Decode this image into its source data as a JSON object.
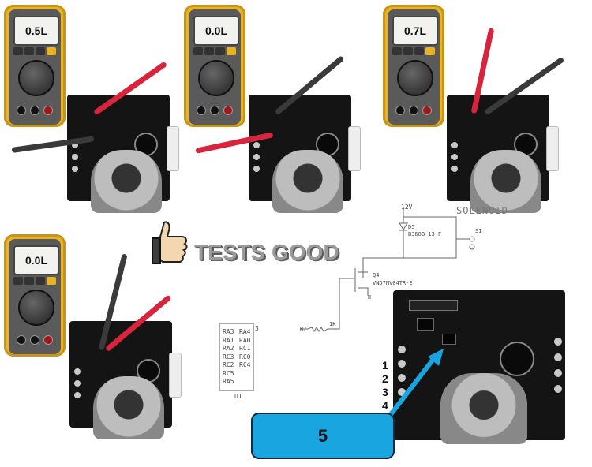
{
  "meters": [
    {
      "reading": "0.5L"
    },
    {
      "reading": "0.0L"
    },
    {
      "reading": "0.7L"
    },
    {
      "reading": "0.0L"
    }
  ],
  "banner": {
    "text": "TESTS GOOD"
  },
  "schematic": {
    "supply": "12V",
    "title": "SOLENOID",
    "diode_ref": "D5",
    "diode_part": "B360B-13-F",
    "switch_ref": "S1",
    "fet_ref": "Q4",
    "fet_part": "VND7NV04TR-E",
    "resistor_ref": "R7",
    "resistor_val": "1K",
    "ic_ref": "U1",
    "ic_pin_num": "3",
    "ic_pins_left": [
      "RA3",
      "RA1",
      "RA2",
      "RC3",
      "RC2",
      "RC5",
      "RA5"
    ],
    "ic_pins_right": [
      "RA4",
      "RA0",
      "RC1",
      "RC0",
      "RC4"
    ]
  },
  "terminal_numbers": [
    "1",
    "2",
    "3",
    "4"
  ],
  "callout": {
    "label": "5"
  },
  "colors": {
    "meter_yellow": "#e8b423",
    "callout_blue": "#19a6e0",
    "probe_red": "#d8243c"
  },
  "icons": [
    "thumbs-up-icon",
    "arrow-icon"
  ]
}
